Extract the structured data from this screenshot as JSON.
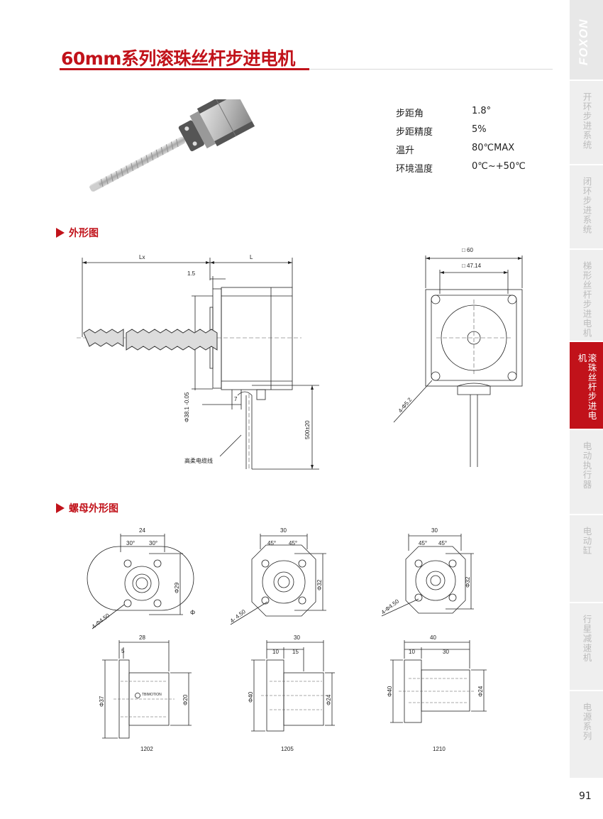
{
  "title": "60mm系列滚珠丝杆步进电机",
  "brand": "FOXON",
  "page_number": "91",
  "sidebar": {
    "items": [
      {
        "label": "开环步进系统",
        "active": false
      },
      {
        "label": "闭环步进系统",
        "active": false
      },
      {
        "label": "梯形丝杆步进电机",
        "active": false
      },
      {
        "label": "滚珠丝杆步进电机",
        "active": true
      },
      {
        "label": "电动执行器",
        "active": false
      },
      {
        "label": "电动缸",
        "active": false
      },
      {
        "label": "行星减速机",
        "active": false
      },
      {
        "label": "电源系列",
        "active": false
      }
    ]
  },
  "specs": [
    {
      "label": "步距角",
      "value": "1.8°"
    },
    {
      "label": "步距精度",
      "value": "5%"
    },
    {
      "label": "温升",
      "value": "80℃MAX"
    },
    {
      "label": "环境温度",
      "value": "0℃~+50℃"
    }
  ],
  "sections": {
    "outline": "外形图",
    "nut_outline": "螺母外形图"
  },
  "outline_drawing": {
    "lx": "Lx",
    "l": "L",
    "flange": "1.5",
    "boss": "Φ38.1 -0.05",
    "tab": "7",
    "cable_len": "500±20",
    "cable_label": "高柔电缆线",
    "sq60": "□ 60",
    "sq4714": "□ 47.14",
    "holes": "4-Φ5.2"
  },
  "nuts": [
    {
      "model": "1202",
      "width": "24",
      "angle1": "30°",
      "angle2": "30°",
      "pcd": "Φ29",
      "holes": "4-Φ4.50",
      "len": "28",
      "flange_t": "5",
      "od": "Φ37",
      "body": "Φ20",
      "extra": "Φ"
    },
    {
      "model": "1205",
      "width": "30",
      "angle1": "45°",
      "angle2": "45°",
      "pcd": "Φ32",
      "holes": "4-  4.50",
      "len": "30",
      "seg1": "10",
      "seg2": "15",
      "od": "Φ40",
      "body": "Φ24"
    },
    {
      "model": "1210",
      "width": "30",
      "angle1": "45°",
      "angle2": "45°",
      "pcd": "Φ32",
      "holes": "4-Φ4.50",
      "len": "40",
      "seg1": "10",
      "seg2": "30",
      "od": "Φ40",
      "body": "Φ24"
    }
  ],
  "nut_label": "TBIMOTION"
}
